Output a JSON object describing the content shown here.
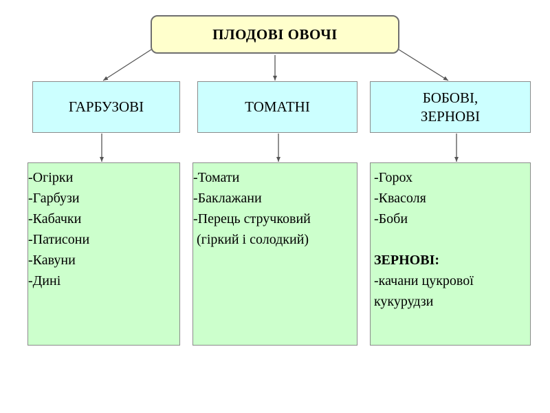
{
  "root": {
    "label": "ПЛОДОВІ ОВОЧІ"
  },
  "categories": [
    {
      "label_lines": [
        "ГАРБУЗОВІ"
      ]
    },
    {
      "label_lines": [
        "ТОМАТНІ"
      ]
    },
    {
      "label_lines": [
        "БОБОВІ,",
        "ЗЕРНОВІ"
      ]
    }
  ],
  "lists": {
    "pumpkin": [
      "-Огірки",
      "-Гарбузи",
      "-Кабачки",
      "-Патисони",
      "-Кавуни",
      "-Дині"
    ],
    "tomato": [
      "-Томати",
      "-Баклажани",
      "-Перець стручковий",
      " (гіркий і солодкий)"
    ],
    "legumes": [
      "-Горох",
      "-Квасоля",
      "-Боби"
    ],
    "grain_heading": "ЗЕРНОВІ:",
    "grain": [
      "-качани цукрової",
      "кукурудзи"
    ]
  },
  "colors": {
    "root_fill": "#ffffcc",
    "category_fill": "#ccffff",
    "list_fill": "#ccffcc",
    "connector": "#555555"
  }
}
